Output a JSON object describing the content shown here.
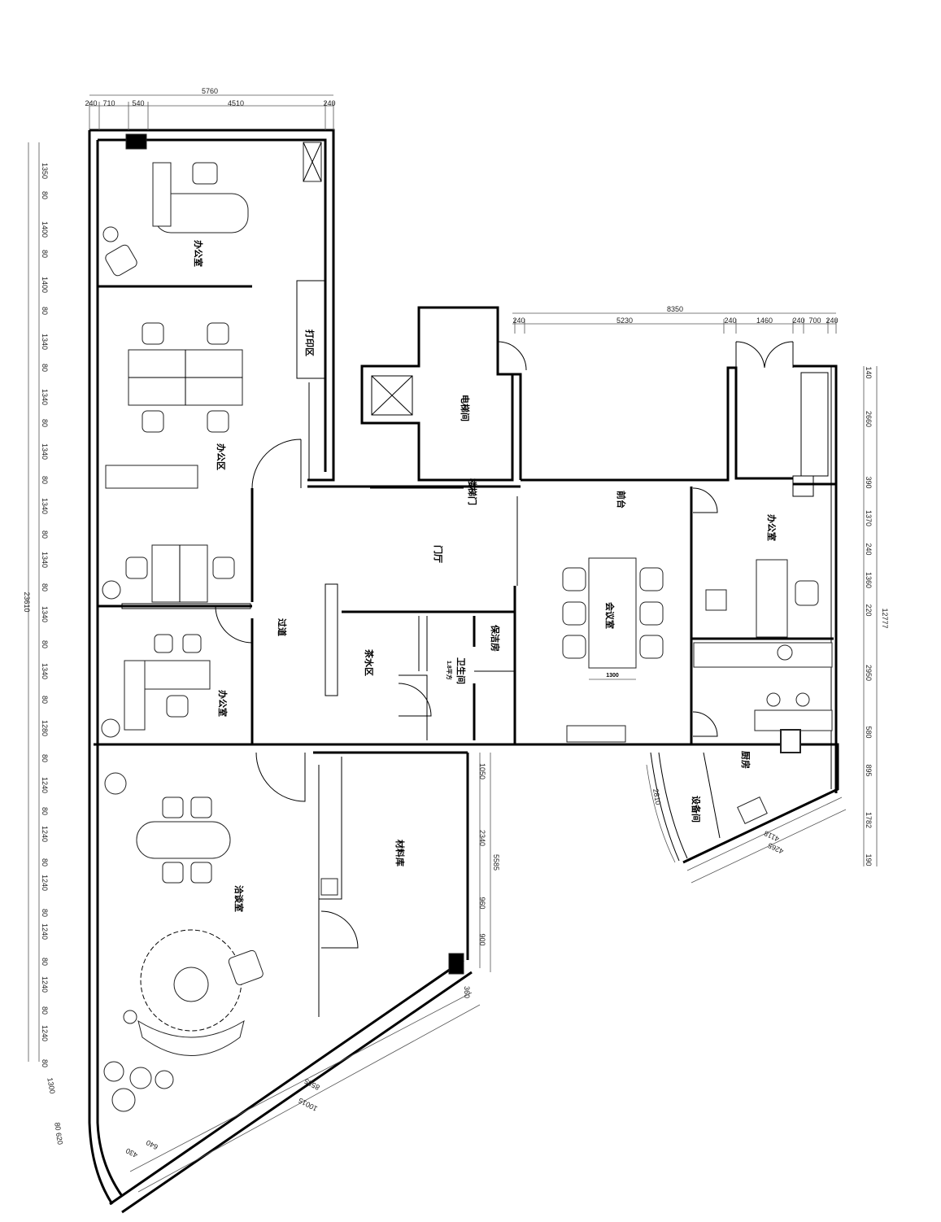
{
  "rooms": {
    "office_top_left": "办公室",
    "print_area": "打印区",
    "office_area": "办公区",
    "elevator_room": "电梯间",
    "stair_door": "楼梯门",
    "lobby": "门厅",
    "corridor": "过道",
    "tea_area": "茶水区",
    "restroom": "卫生间",
    "restroom_area": "1.8平方",
    "cleaning_room": "保洁房",
    "reception": "前台",
    "meeting_room": "会议室",
    "office_right": "办公室",
    "kitchen": "厨房",
    "equipment_room": "设备间",
    "material_storage": "材料库",
    "negotiation_room": "洽谈室",
    "office_left_lower": "办公室"
  },
  "dimensions": {
    "top_total": "5760",
    "top_segments": [
      "240",
      "710",
      "540",
      "4510",
      "240"
    ],
    "top_right_total": "8350",
    "top_right_segments": [
      "240",
      "5230",
      "240",
      "1460",
      "240",
      "700",
      "240"
    ],
    "left_total": "23610",
    "left_segments": [
      "1350",
      "80",
      "1400",
      "80",
      "1400",
      "80",
      "1340",
      "80",
      "1340",
      "80",
      "1340",
      "80",
      "1340",
      "80",
      "1340",
      "80",
      "1340",
      "80",
      "1340",
      "80",
      "1280",
      "80",
      "1240",
      "80",
      "1240",
      "80",
      "1240",
      "80",
      "1240",
      "80",
      "1240",
      "80",
      "1240",
      "80"
    ],
    "left_bottom": [
      "1300",
      "80",
      "620"
    ],
    "right_total": "12777",
    "right_segments": [
      "140",
      "2660",
      "390",
      "1370",
      "240",
      "1360",
      "220",
      "2950",
      "580",
      "895",
      "1782",
      "190"
    ],
    "material_total": "5585",
    "material_segments": [
      "1050",
      "2340",
      "960",
      "900"
    ],
    "diag_small": "360",
    "diag_inner": "8585",
    "diag_outer": "10015",
    "diag_end": [
      "640",
      "430"
    ],
    "arc": "2810",
    "kitchen_inner": "4118",
    "kitchen_outer": "4265",
    "meeting_table_width": "1300"
  }
}
